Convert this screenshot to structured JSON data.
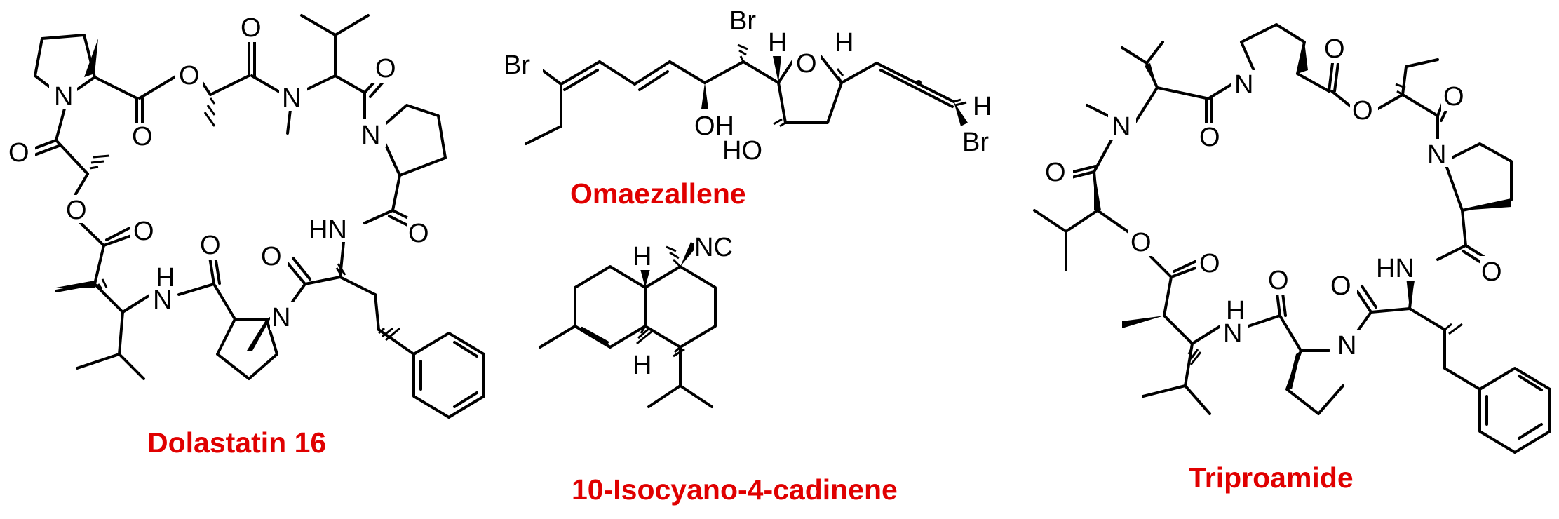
{
  "captions": {
    "dolastatin": "Dolastatin 16",
    "omaezallene": "Omaezallene",
    "isocyano": "10-Isocyano-4-cadinene",
    "triproamide": "Triproamide"
  },
  "colors": {
    "caption": "#e00000",
    "bonds": "#000000"
  },
  "atoms": {
    "O": "O",
    "N": "N",
    "NH": "NH",
    "HN": "HN",
    "H": "H",
    "Br": "Br",
    "OH": "OH",
    "HO": "HO",
    "NC": "NC"
  }
}
